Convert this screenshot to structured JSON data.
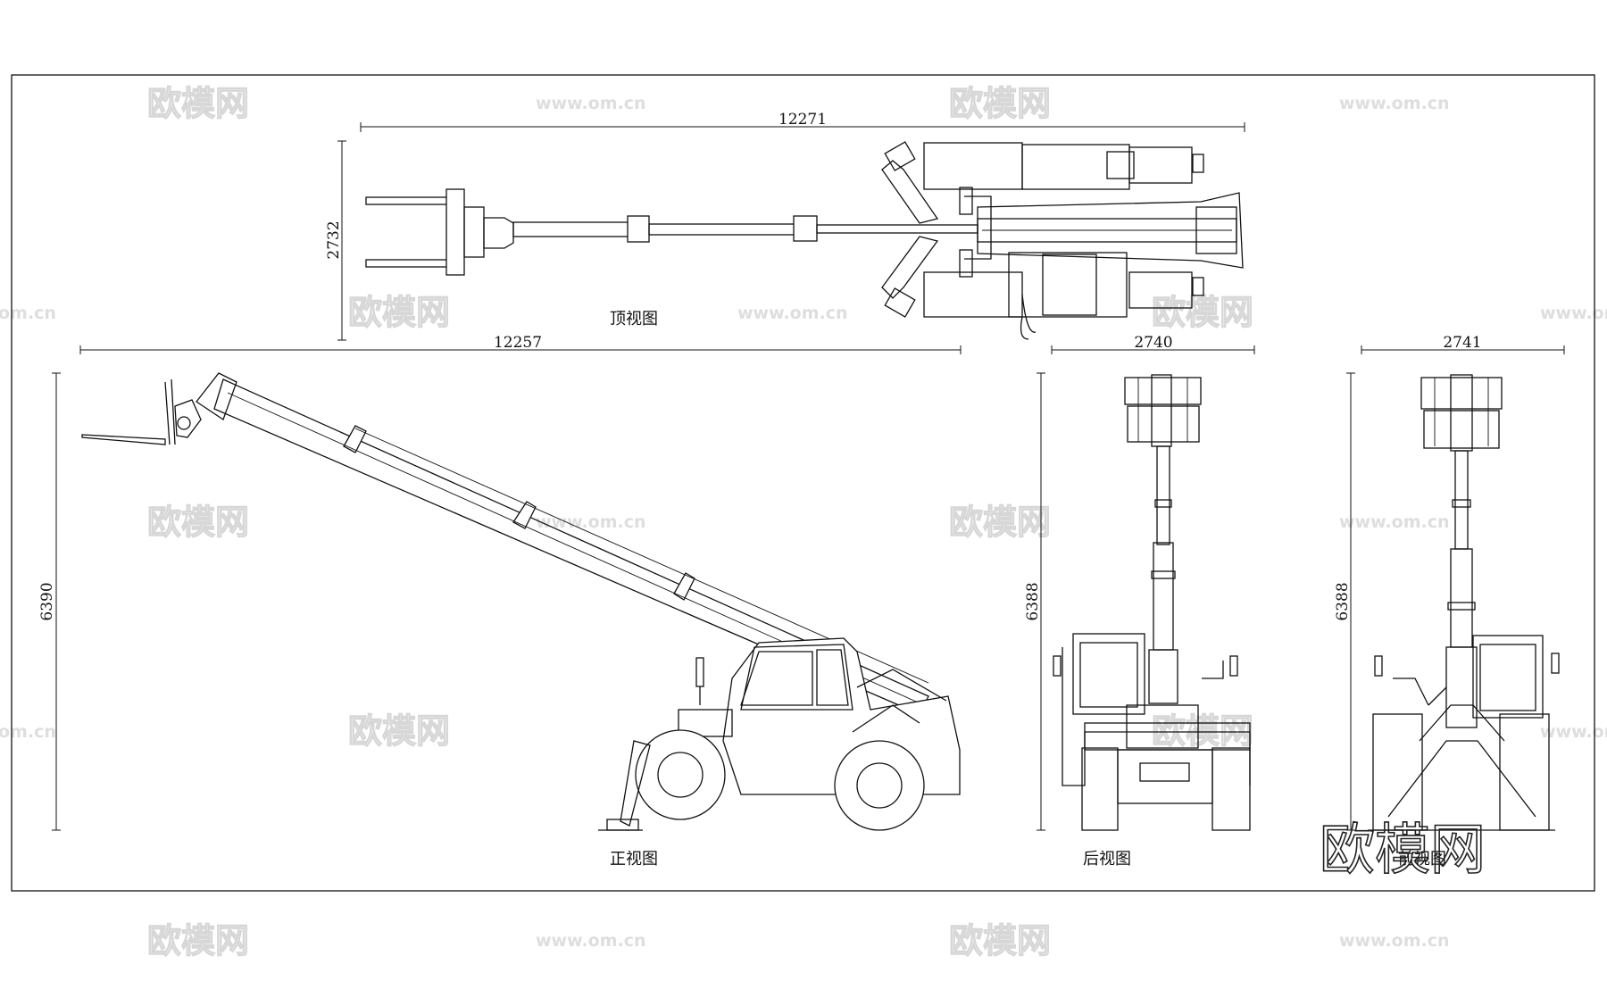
{
  "views": {
    "top": {
      "caption": "顶视图"
    },
    "side": {
      "caption": "正视图"
    },
    "rear": {
      "caption": "后视图"
    },
    "front": {
      "caption": "前视图"
    }
  },
  "dimensions": {
    "top_length": "12271",
    "top_width": "2732",
    "side_length": "12257",
    "side_height": "6390",
    "rear_width": "2740",
    "rear_height": "6388",
    "front_width": "2741",
    "front_height": "6388"
  },
  "watermark": {
    "brand": "欧模网",
    "url": "www.om.cn",
    "url_short": "om.cn"
  },
  "colors": {
    "line": "#111111",
    "watermark": "#d7d7d7"
  }
}
